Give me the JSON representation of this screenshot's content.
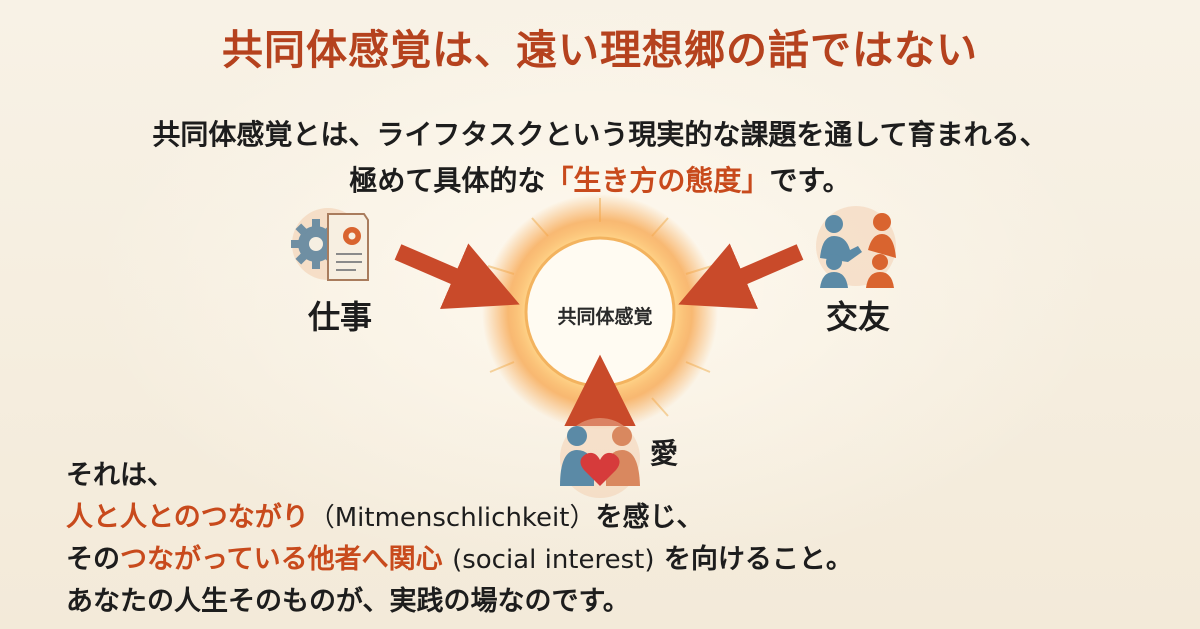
{
  "title": "共同体感覚は、遠い理想郷の話ではない",
  "intro": {
    "line1": "共同体感覚とは、ライフタスクという現実的な課題を通して育まれる、",
    "line2_pre": "極めて具体的な",
    "line2_highlight": "「生き方の態度」",
    "line2_post": "です。"
  },
  "diagram": {
    "center": "共同体感覚",
    "work": "仕事",
    "friendship": "交友",
    "love": "愛",
    "icons": {
      "work": "gear-document-icon",
      "friendship": "people-group-icon",
      "love": "couple-heart-icon"
    }
  },
  "bottom": {
    "line1": "それは、",
    "line2_highlight": "人と人とのつながり",
    "line2_latin": "（Mitmenschlichkeit）",
    "line2_post": "を感じ、",
    "line3_pre": "その",
    "line3_highlight": "つながっている他者へ関心",
    "line3_latin": "(social interest)",
    "line3_post": "を向けること。",
    "line4": "あなたの人生そのものが、実践の場なのです。"
  },
  "colors": {
    "accent": "#c84a1c",
    "title": "#b5421e",
    "background": "#f6efe2"
  }
}
